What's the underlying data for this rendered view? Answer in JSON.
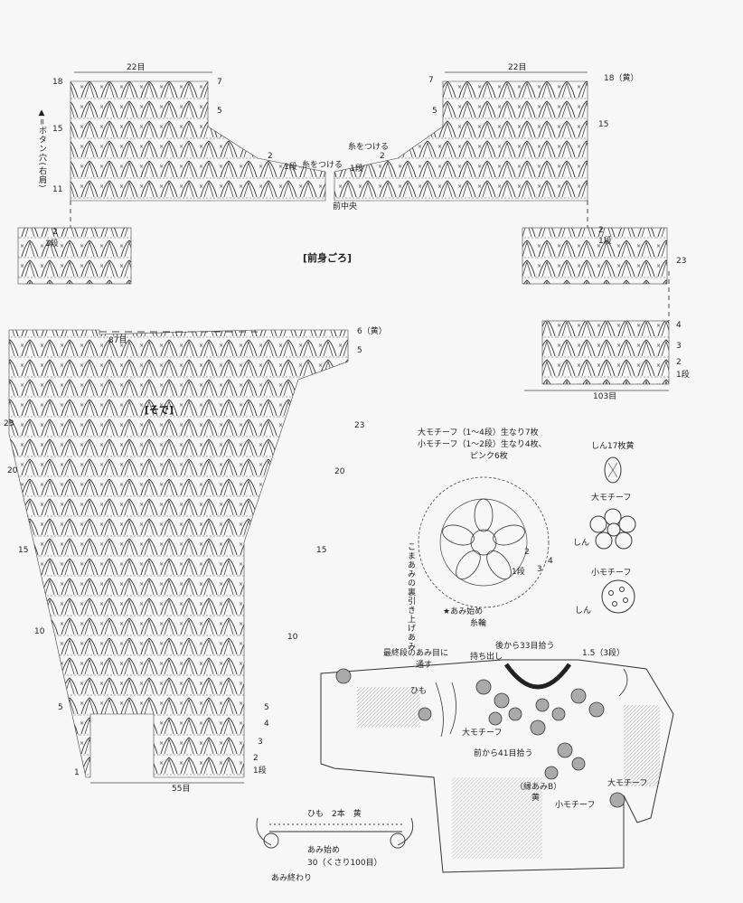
{
  "front": {
    "title": "[前身ごろ]",
    "width_left": "22目",
    "width_right": "22目",
    "buttonhole": "▲=ボタン穴(右肩)",
    "center": "前中央",
    "attach_left": "糸をつける",
    "attach_right": "糸をつける",
    "rows_left": [
      "18",
      "15",
      "11",
      "2",
      "1段"
    ],
    "rows_left_marks": [
      "7",
      "5",
      "2",
      "1段"
    ],
    "rows_right": [
      "7",
      "5",
      "2",
      "1段"
    ],
    "rows_right_marks": [
      "18（黄）",
      "15",
      "2",
      "1段",
      "23",
      "4",
      "3",
      "2",
      "1段"
    ],
    "bottom": "103目"
  },
  "sleeve": {
    "title": "[そで]",
    "top": "87目",
    "bottom": "55目",
    "rows_right": [
      "6（黄）",
      "5",
      "23",
      "20",
      "15",
      "10",
      "5",
      "4",
      "3",
      "2",
      "1段"
    ],
    "rows_left": [
      "23",
      "20",
      "15",
      "10",
      "5",
      "1"
    ]
  },
  "motif": {
    "large": "大モチーフ（1〜4段）生なり7枚",
    "small": "小モチーフ（1〜2段）生なり4枚、",
    "small_pink": "ピンク6枚",
    "core": "しん17枚黄",
    "large_label": "大モチーフ",
    "small_label": "小モチーフ",
    "shin1": "しん",
    "shin2": "しん",
    "raised": "こまあみの裏引き上げあみ",
    "start": "★あみ始め",
    "ring": "糸輪",
    "rows": [
      "1段",
      "2",
      "3",
      "4"
    ]
  },
  "garment": {
    "last_row": "最終段のあみ目に",
    "pass": "通す",
    "back_pick": "後から33目拾う",
    "carry": "持ち出し",
    "edge": "1.5（3段）",
    "cord": "ひも",
    "large1": "大モチーフ",
    "front_pick": "前から41目拾う",
    "edging": "（縁あみB）",
    "yellow": "黄",
    "small": "小モチーフ",
    "large2": "大モチーフ"
  },
  "cord": {
    "title": "ひも　2本　黄",
    "start": "あみ始め",
    "length": "30（くさり100目）",
    "end": "あみ終わり"
  }
}
